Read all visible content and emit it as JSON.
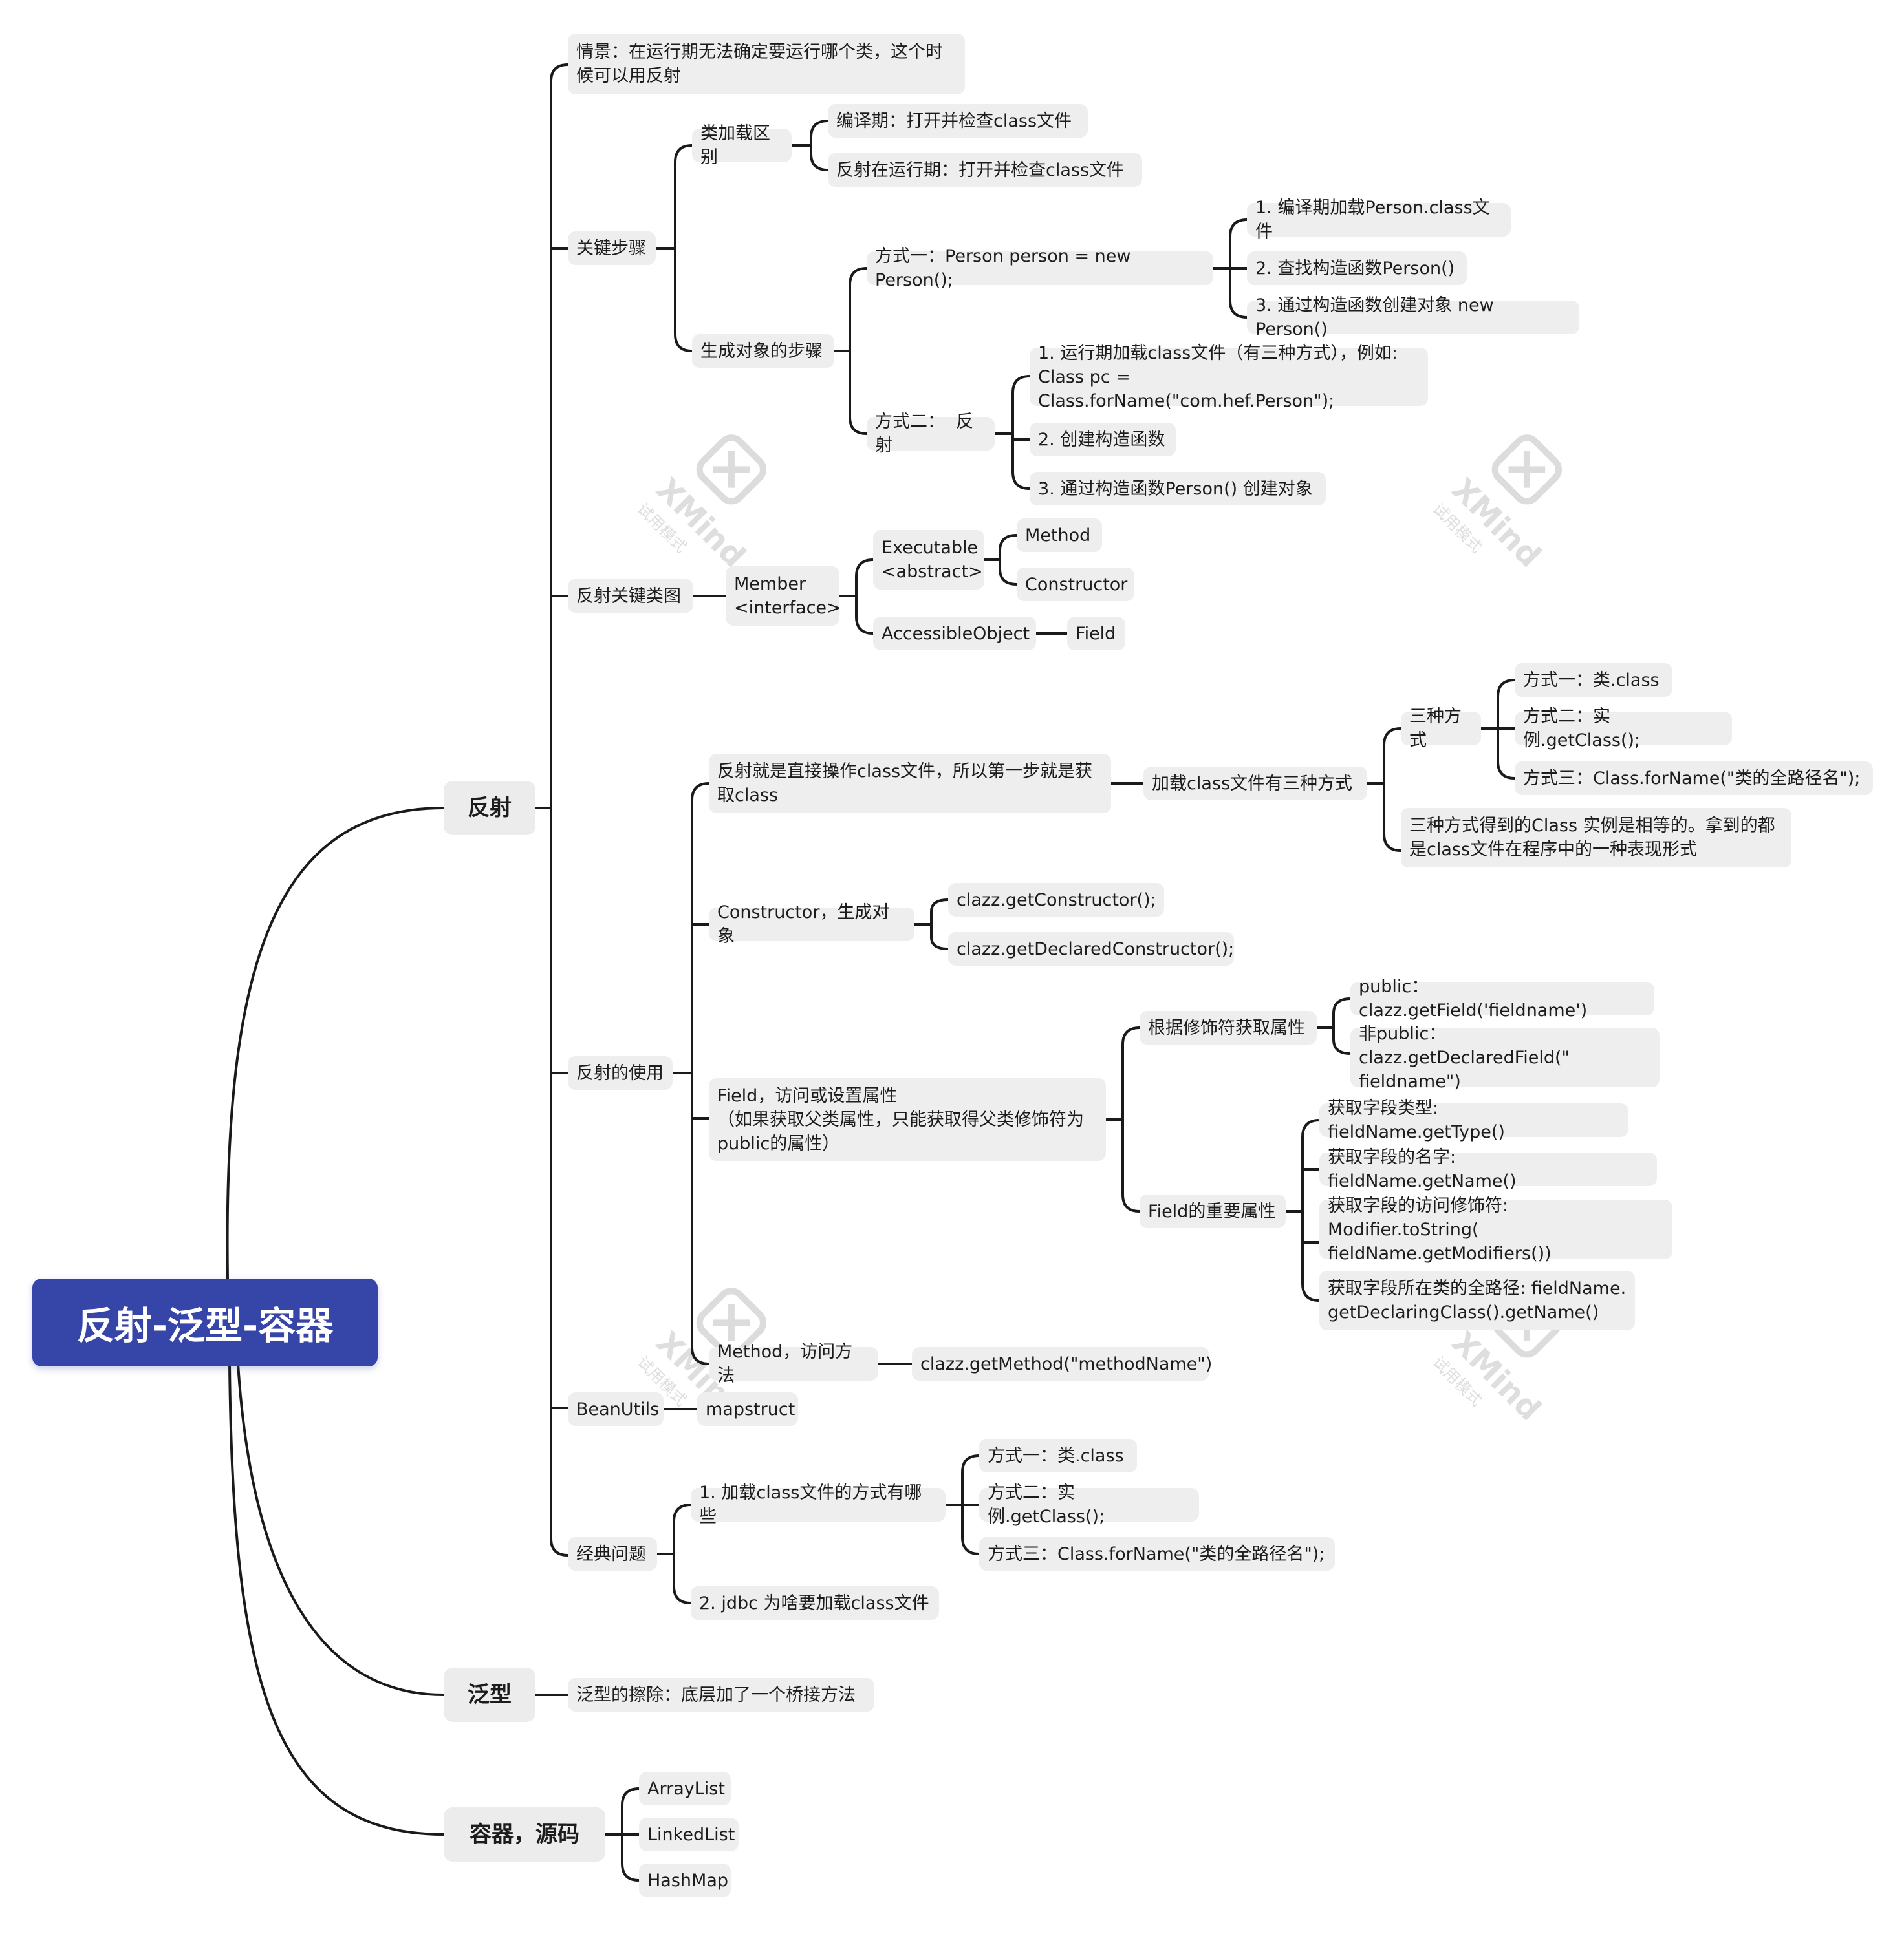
{
  "title": "反射-泛型-容器",
  "colors": {
    "root_bg": "#3645a8",
    "node_bg": "#eeeeee",
    "line": "#1a1a1a",
    "watermark": "#d8d8d8"
  },
  "watermark": {
    "brand": "XMind",
    "mode": "试用模式"
  },
  "branches": {
    "reflection": {
      "label": "反射",
      "scenario": "情景：在运行期无法确定要运行哪个类，这个时\n候可以用反射",
      "key_steps": {
        "label": "关键步骤",
        "class_loading": {
          "label": "类加载区别",
          "compile": "编译期：打开并检查class文件",
          "runtime": "反射在运行期：打开并检查class文件"
        },
        "object_creation": {
          "label": "生成对象的步骤",
          "way1": {
            "label": "方式一：Person person = new Person();",
            "steps": [
              "1. 编译期加载Person.class文件",
              "2. 查找构造函数Person()",
              "3. 通过构造函数创建对象 new Person()"
            ]
          },
          "way2": {
            "label": "方式二：  反射",
            "steps": [
              "1. 运行期加载class文件（有三种方式），例如:\nClass pc = Class.forName(\"com.hef.Person\");",
              "2. 创建构造函数",
              "3. 通过构造函数Person() 创建对象"
            ]
          }
        }
      },
      "class_diagram": {
        "label": "反射关键类图",
        "member": "Member\n<interface>",
        "executable": "Executable\n<abstract>",
        "method": "Method",
        "constructor": "Constructor",
        "accessible": "AccessibleObject",
        "field": "Field"
      },
      "usage": {
        "label": "反射的使用",
        "get_class": {
          "label": "反射就是直接操作class文件，所以第一步就是获\n取class",
          "three_ways_load": "加载class文件有三种方式",
          "three_ways": "三种方式",
          "ways": [
            "方式一：类.class",
            "方式二：实例.getClass();",
            "方式三：Class.forName(\"类的全路径名\");"
          ],
          "equality": "三种方式得到的Class 实例是相等的。拿到的都\n是class文件在程序中的一种表现形式"
        },
        "constructor": {
          "label": "Constructor，生成对象",
          "items": [
            "clazz.getConstructor();",
            "clazz.getDeclaredConstructor();"
          ]
        },
        "field": {
          "label": "Field，访问或设置属性\n（如果获取父类属性，只能获取得父类修饰符为\npublic的属性）",
          "by_modifier": {
            "label": "根据修饰符获取属性",
            "items": [
              "public：clazz.getField('fieldname')",
              "非public：clazz.getDeclaredField(\"\nfieldname\")"
            ]
          },
          "important": {
            "label": "Field的重要属性",
            "items": [
              "获取字段类型: fieldName.getType()",
              "获取字段的名字: fieldName.getName()",
              "获取字段的访问修饰符: Modifier.toString(\nfieldName.getModifiers())",
              "获取字段所在类的全路径: fieldName.\ngetDeclaringClass().getName()"
            ]
          }
        },
        "method": {
          "label": "Method，访问方法",
          "item": "clazz.getMethod(\"methodName\")"
        }
      },
      "beanutils": {
        "label": "BeanUtils",
        "item": "mapstruct"
      },
      "classic": {
        "label": "经典问题",
        "q1": {
          "label": "1. 加载class文件的方式有哪些",
          "ways": [
            "方式一：类.class",
            "方式二：实例.getClass();",
            "方式三：Class.forName(\"类的全路径名\");"
          ]
        },
        "q2": "2. jdbc 为啥要加载class文件"
      }
    },
    "generics": {
      "label": "泛型",
      "erasure": "泛型的擦除：底层加了一个桥接方法"
    },
    "containers": {
      "label": "容器，源码",
      "items": [
        "ArrayList",
        "LinkedList",
        "HashMap"
      ]
    }
  }
}
